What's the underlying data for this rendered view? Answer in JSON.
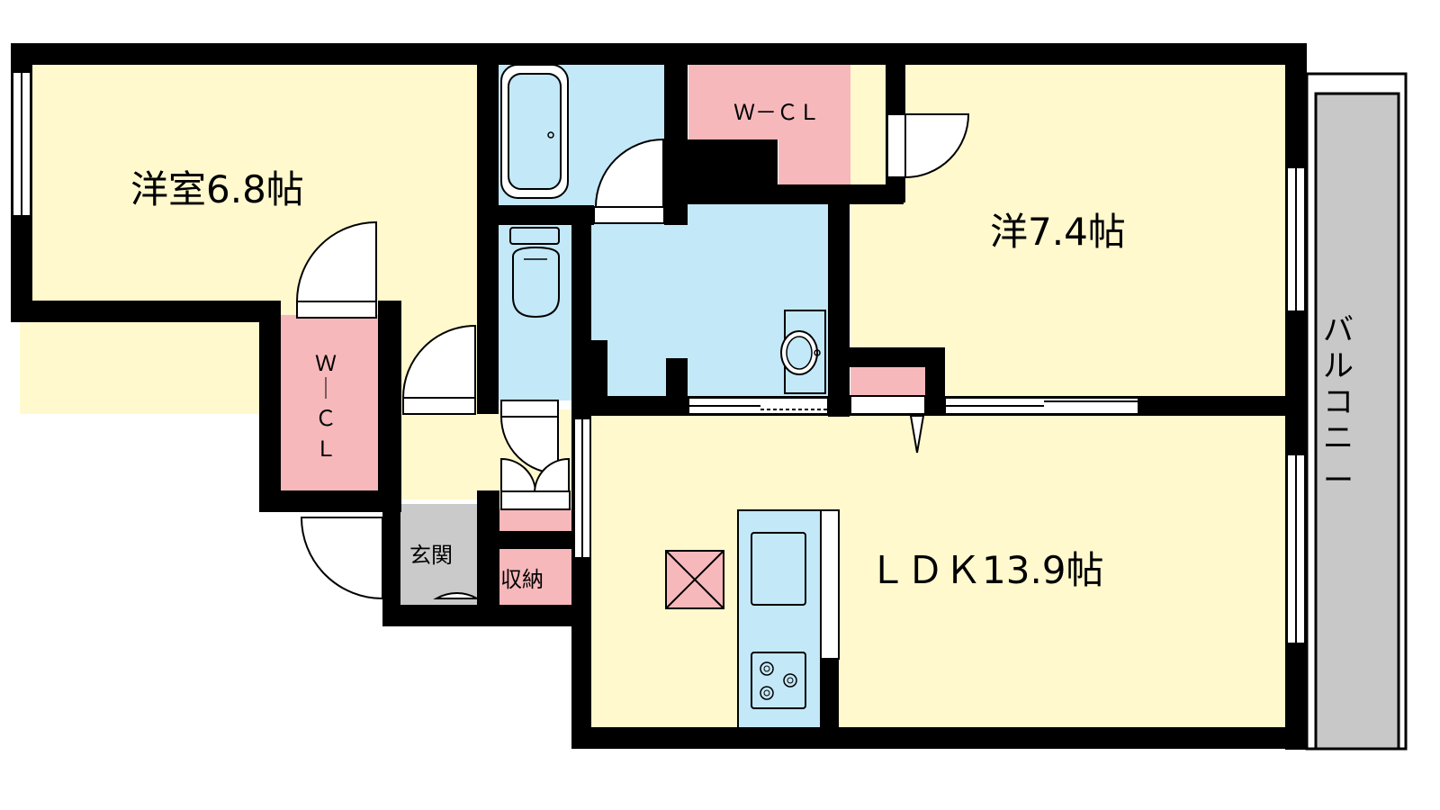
{
  "colors": {
    "wall": "#000000",
    "room_yellow": "#fff9cd",
    "wet_blue": "#c3e8f8",
    "closet_pink": "#f6b8bb",
    "entrance_gray": "#cacaca",
    "balcony_gray": "#c8c8c8",
    "kitchen_blue": "#c3e8f8",
    "fixture_pink": "#f6b8bb"
  },
  "rooms": {
    "western_room_1": "洋室6.8帖",
    "western_room_2": "洋7.4帖",
    "ldk": "ＬＤＫ13.9帖",
    "walk_in_closet_top": "Ｗ－ＣＬ",
    "walk_in_closet_left_lines": [
      "Ｗ",
      "｜",
      "Ｃ",
      "Ｌ"
    ],
    "entrance": "玄関",
    "storage": "収納",
    "balcony_chars": [
      "バ",
      "ル",
      "コ",
      "ニ",
      "ー"
    ]
  },
  "icons": {
    "bathtub": "bathtub-icon",
    "toilet": "toilet-icon",
    "washbasin": "washbasin-icon",
    "sink": "sink-icon",
    "stove": "stove-icon",
    "refrigerator_space": "refrigerator-space-icon"
  }
}
